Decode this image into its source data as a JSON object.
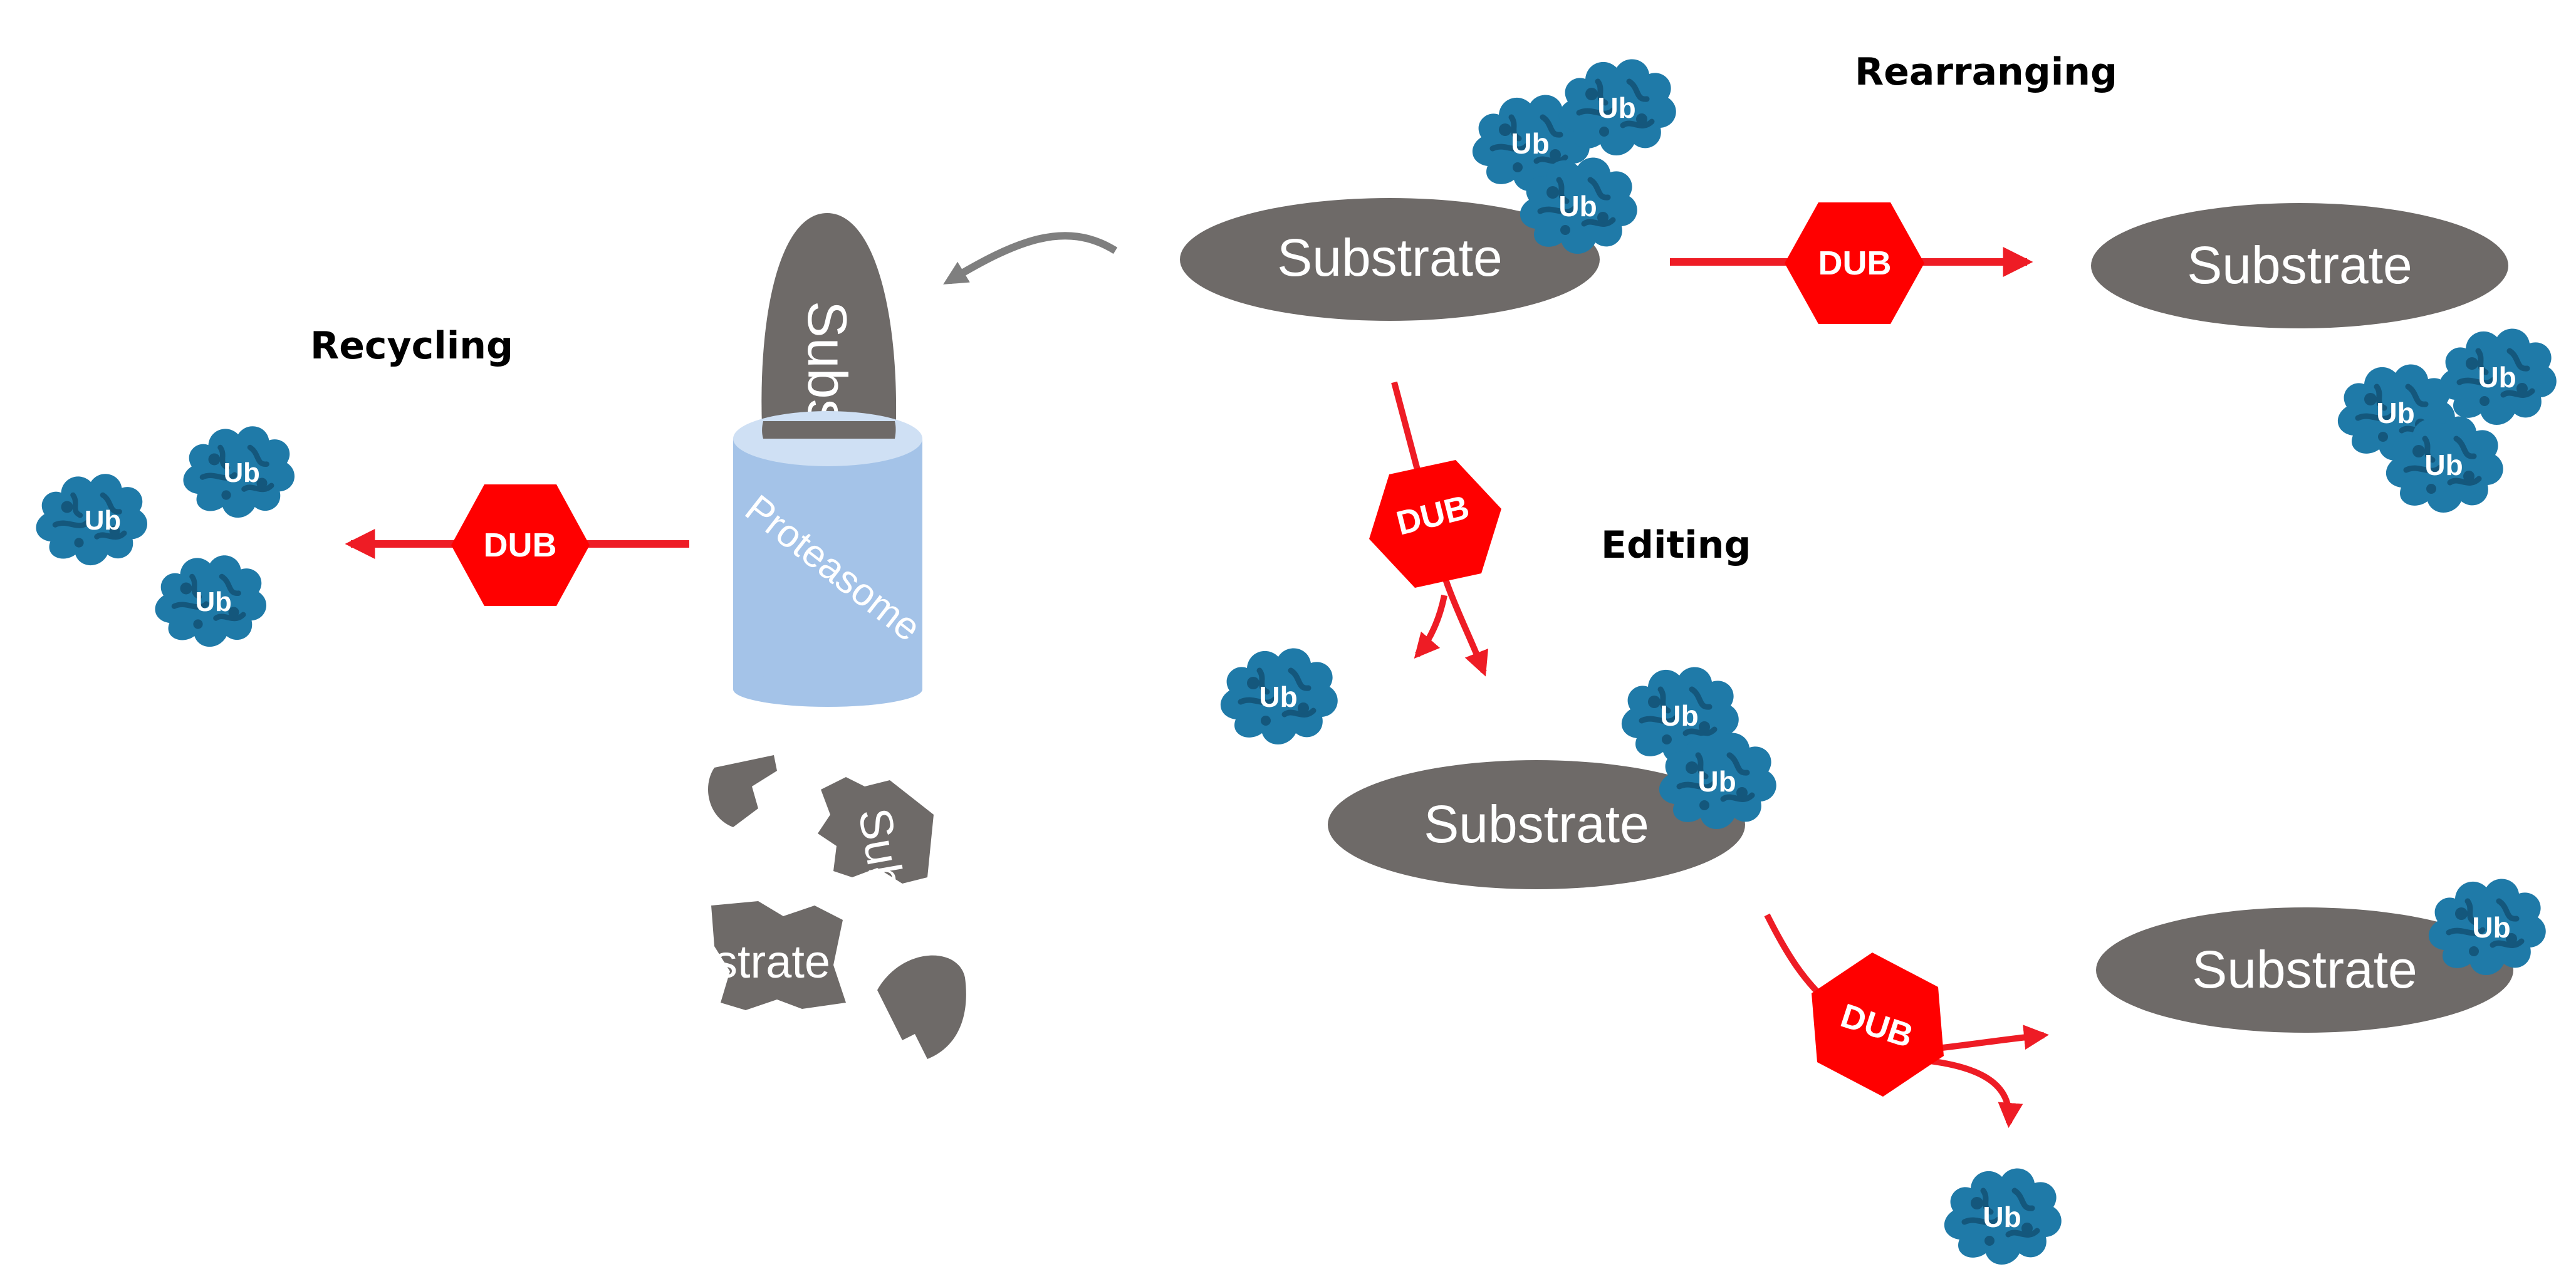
{
  "labels": {
    "recycling": "Recycling",
    "rearranging": "Rearranging",
    "editing": "Editing"
  },
  "substrate": {
    "label": "Substrate",
    "inserted_fragment": "Subst",
    "fragment_a": "Sub",
    "fragment_b": "strate"
  },
  "proteasome": {
    "label": "Proteasome"
  },
  "dub": {
    "label": "DUB"
  },
  "ubiquitin": {
    "label": "Ub"
  },
  "colors": {
    "substrate": "#6e6a68",
    "dub": "#ff0000",
    "arrow": "#ee1c25",
    "ubiquitin": "#1f7aa8",
    "ubiquitin_dark": "#14577c",
    "proteasome_body": "#a4c3e8",
    "proteasome_top": "#cfe0f4",
    "gray_arrow": "#7f7f7f"
  },
  "icons": {
    "ubiquitin": "ubiquitin-protein-icon",
    "dub": "red-hexagon-enzyme-icon",
    "proteasome": "cylinder-icon"
  }
}
